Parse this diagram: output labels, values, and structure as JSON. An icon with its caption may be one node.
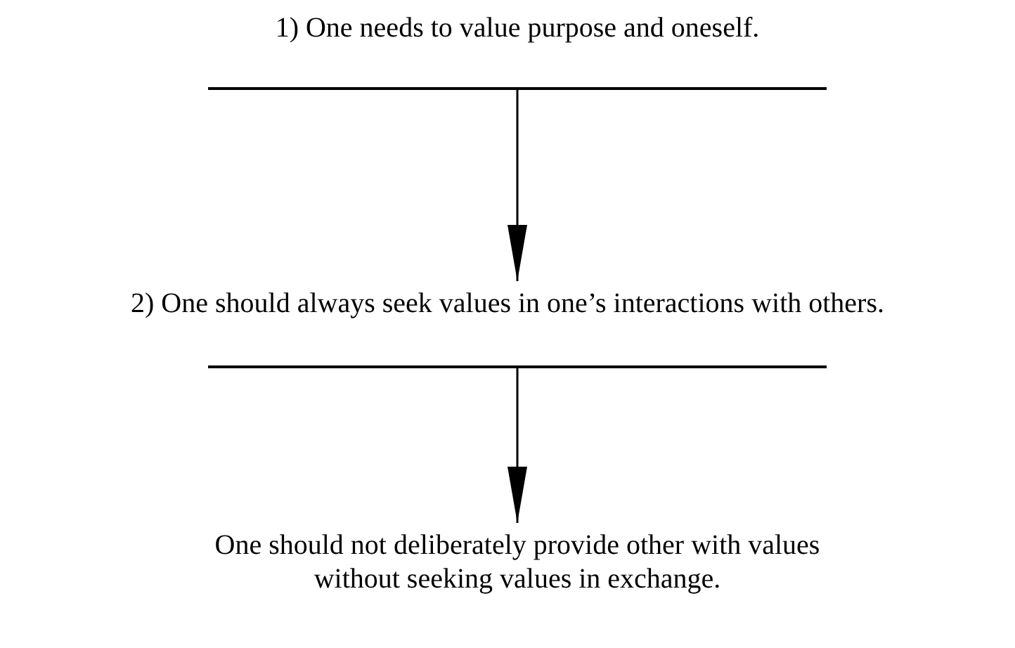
{
  "diagram": {
    "nodes": [
      {
        "text": [
          "1) One needs to value purpose and oneself."
        ]
      },
      {
        "text": [
          "2) One should always seek values in one’s interactions with others."
        ]
      },
      {
        "text": [
          "One should not deliberately provide other with values without seeking values in exchange."
        ]
      }
    ],
    "edges": [
      {
        "from": 0,
        "to": 1,
        "arrow": "to"
      },
      {
        "from": 1,
        "to": 2,
        "arrow": "to"
      }
    ]
  }
}
